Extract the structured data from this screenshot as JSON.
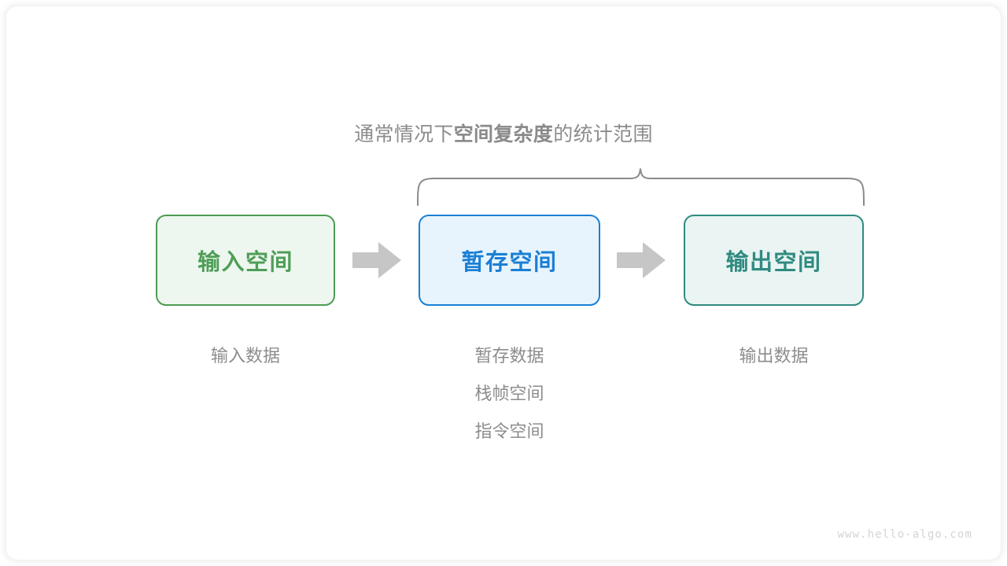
{
  "diagram": {
    "caption": {
      "prefix": "通常情况下",
      "emphasis": "空间复杂度",
      "suffix": "的统计范围"
    },
    "nodes": [
      {
        "id": "input",
        "label": "输入空间",
        "fill": "#eef7ef",
        "stroke": "#4d9b53",
        "text_color": "#4f9e58",
        "sub_labels": [
          "输入数据"
        ]
      },
      {
        "id": "temp",
        "label": "暂存空间",
        "fill": "#e8f4fd",
        "stroke": "#1a7fd4",
        "text_color": "#1a7fd4",
        "sub_labels": [
          "暂存数据",
          "栈帧空间",
          "指令空间"
        ]
      },
      {
        "id": "output",
        "label": "输出空间",
        "fill": "#eaf4f2",
        "stroke": "#2e8b81",
        "text_color": "#2e8b81",
        "sub_labels": [
          "输出数据"
        ]
      }
    ],
    "arrows": [
      {
        "id": "arrow-1",
        "icon": "right-arrow-icon",
        "color": "#c6c6c6"
      },
      {
        "id": "arrow-2",
        "icon": "right-arrow-icon",
        "color": "#c6c6c6"
      }
    ],
    "brace": {
      "icon": "curly-brace-icon",
      "color": "#8a8a8a",
      "spans": [
        "temp",
        "output"
      ]
    },
    "watermark": "www.hello-algo.com"
  }
}
